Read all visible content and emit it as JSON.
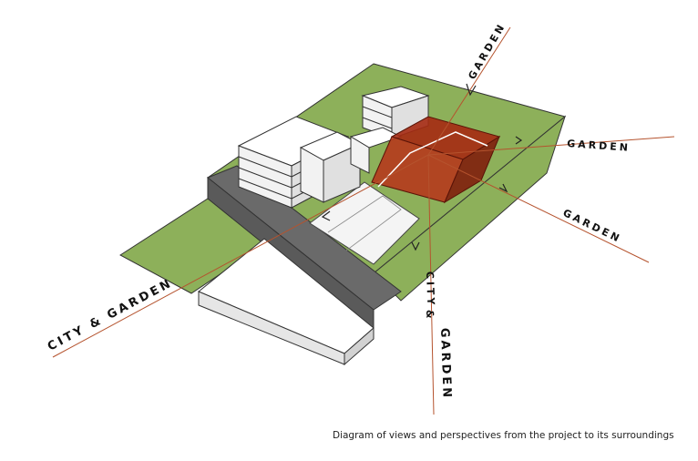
{
  "diagram": {
    "caption": "Diagram of views and perspectives from the project to its surroundings",
    "labels": {
      "garden_north": "GARDEN",
      "garden_east": "GARDEN",
      "garden_southeast": "GARDEN",
      "city_garden_west": "CITY & GARDEN",
      "city_south": "CITY",
      "and_south": "&",
      "garden_south": "GARDEN"
    },
    "colors": {
      "lawn": "#8db05a",
      "road": "#6a6a6a",
      "building": "#ffffff",
      "project": "#a52a12",
      "sightline": "#b5532e"
    }
  }
}
